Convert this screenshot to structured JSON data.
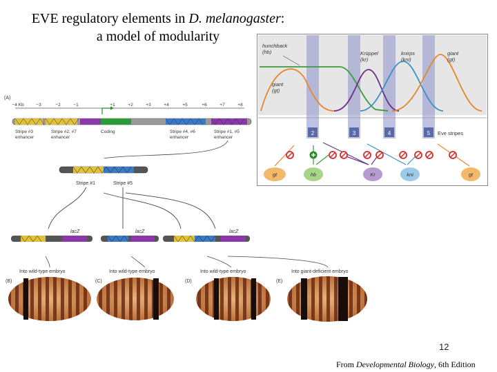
{
  "title": {
    "prefix": "EVE regulatory elements in ",
    "species": "D. melanogaster",
    "suffix": ":",
    "line2": "a model of modularity"
  },
  "panel_a": {
    "label": "(A)",
    "ticks": [
      "−4 Kb",
      "−3",
      "−2",
      "−1",
      "+1",
      "+2",
      "+3",
      "+4",
      "+5",
      "+6",
      "+7",
      "+8"
    ],
    "segments": [
      {
        "line1": "Stripe #3",
        "line2": "enhancer"
      },
      {
        "line1": "Stripe #2, #7",
        "line2": "enhancer"
      },
      {
        "line1": "Coding",
        "line2": ""
      },
      {
        "line1": "Stripe #4, #6",
        "line2": "enhancer"
      },
      {
        "line1": "Stripe #1, #5",
        "line2": "enhancer"
      }
    ],
    "sub_labels": [
      "Stripe #1",
      "Stripe #5"
    ]
  },
  "constructs": {
    "lacz": [
      "lacZ",
      "lacZ",
      "lacZ"
    ],
    "injections": [
      "Into wild-type embryo",
      "Into wild-type embryo",
      "Into wild-type embryo",
      "Into giant-deficient embryo"
    ],
    "panels": [
      "(B)",
      "(C)",
      "(D)",
      "(E)"
    ]
  },
  "gradient": {
    "labels": [
      {
        "line1": "hunchback",
        "line2": "(hb)"
      },
      {
        "line1": "giant",
        "line2": "(gt)"
      },
      {
        "line1": "Krüppel",
        "line2": "(kr)"
      },
      {
        "line1": "knirps",
        "line2": "(kni)"
      },
      {
        "line1": "giant",
        "line2": "(gt)"
      }
    ],
    "stripes": [
      "2",
      "3",
      "4",
      "5"
    ],
    "stripes_label": "Eve stripes",
    "factors": [
      "gt",
      "hb",
      "Kr",
      "kni",
      "gt"
    ]
  },
  "colors": {
    "hunchback": "#3b9a3b",
    "giant": "#e8842a",
    "kruppel": "#6a2e8a",
    "knirps": "#3a8fc4",
    "stripe_band": "#8a92c8"
  },
  "slide_number": "12",
  "source": {
    "prefix": "From ",
    "book": "Developmental Biology",
    "suffix": ", 6th Edition"
  }
}
